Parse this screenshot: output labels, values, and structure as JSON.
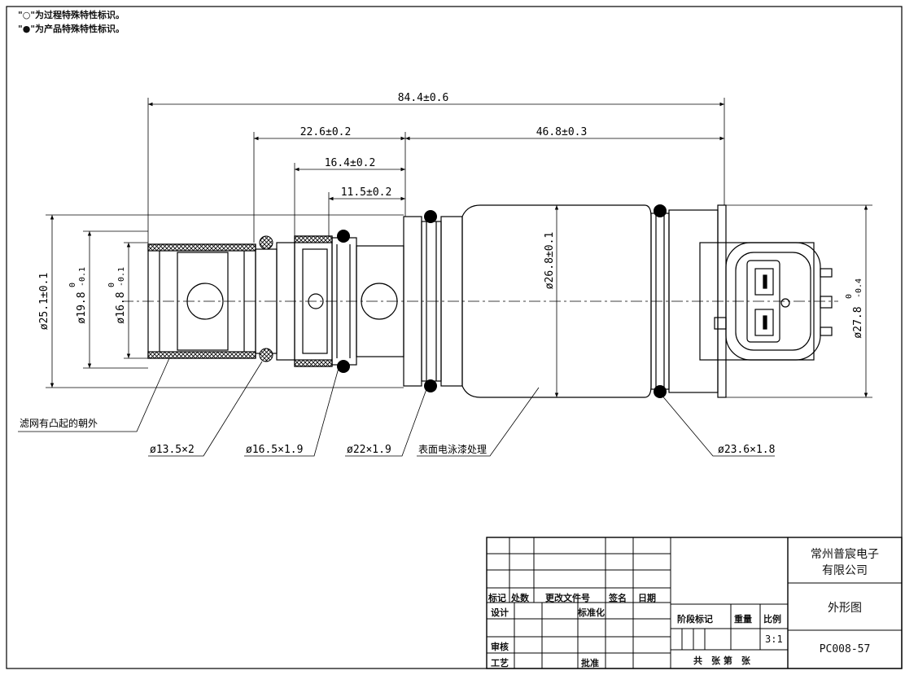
{
  "legend": {
    "process": "\"○\"为过程特殊特性标识。",
    "product": "\"●\"为产品特殊特性标识。"
  },
  "dimensions": {
    "total_length": "84.4±0.6",
    "d1": "22.6±0.2",
    "d2": "46.8±0.3",
    "d3": "16.4±0.2",
    "d4": "11.5±0.2",
    "dia_outer": "ø25.1±0.1",
    "dia_a_base": "ø19.8",
    "dia_a_tol": "-0.1",
    "dia_b_base": "ø16.8",
    "dia_b_tol": "-0.1",
    "dia_body": "ø26.8±0.1",
    "dia_conn_base": "ø27.8",
    "dia_conn_tol": "-0.4",
    "tol_zero": "0"
  },
  "callouts": {
    "filter": "滤网有凸起的朝外",
    "oring1": "ø13.5×2",
    "oring2": "ø16.5×1.9",
    "oring3": "ø22×1.9",
    "surface": "表面电泳漆处理",
    "oring4": "ø23.6×1.8"
  },
  "title_block": {
    "h_mark": "标记",
    "h_count": "处数",
    "h_docno": "更改文件号",
    "h_sign": "签名",
    "h_date": "日期",
    "design": "设计",
    "standard": "标准化",
    "review": "审核",
    "process": "工艺",
    "approve": "批准",
    "stage_mark": "阶段标记",
    "weight": "重量",
    "ratio": "比例",
    "scale": "3:1",
    "sheets": "共　张 第　张",
    "company_line1": "常州普宸电子",
    "company_line2": "有限公司",
    "drawing_name": "外形图",
    "drawing_no": "PC008-57"
  }
}
